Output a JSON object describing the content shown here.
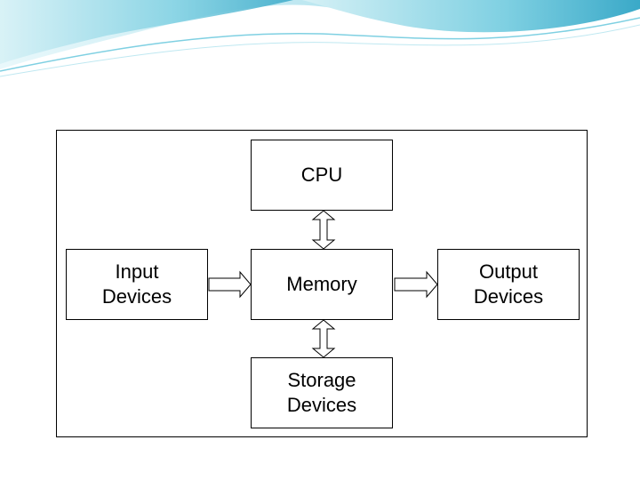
{
  "colors": {
    "banner_light": "#d6f1f6",
    "banner_mid": "#7fd0e2",
    "banner_dark": "#3aa9c8",
    "line": "#000000",
    "background": "#ffffff"
  },
  "diagram": {
    "nodes": {
      "cpu": {
        "label": "CPU"
      },
      "memory": {
        "label": "Memory"
      },
      "storage": {
        "label_line1": "Storage",
        "label_line2": "Devices"
      },
      "input": {
        "label_line1": "Input",
        "label_line2": "Devices"
      },
      "output": {
        "label_line1": "Output",
        "label_line2": "Devices"
      }
    },
    "edges": [
      {
        "from": "cpu",
        "to": "memory",
        "kind": "bidirectional"
      },
      {
        "from": "memory",
        "to": "storage",
        "kind": "bidirectional"
      },
      {
        "from": "input",
        "to": "memory",
        "kind": "unidirectional"
      },
      {
        "from": "memory",
        "to": "output",
        "kind": "unidirectional"
      }
    ]
  }
}
